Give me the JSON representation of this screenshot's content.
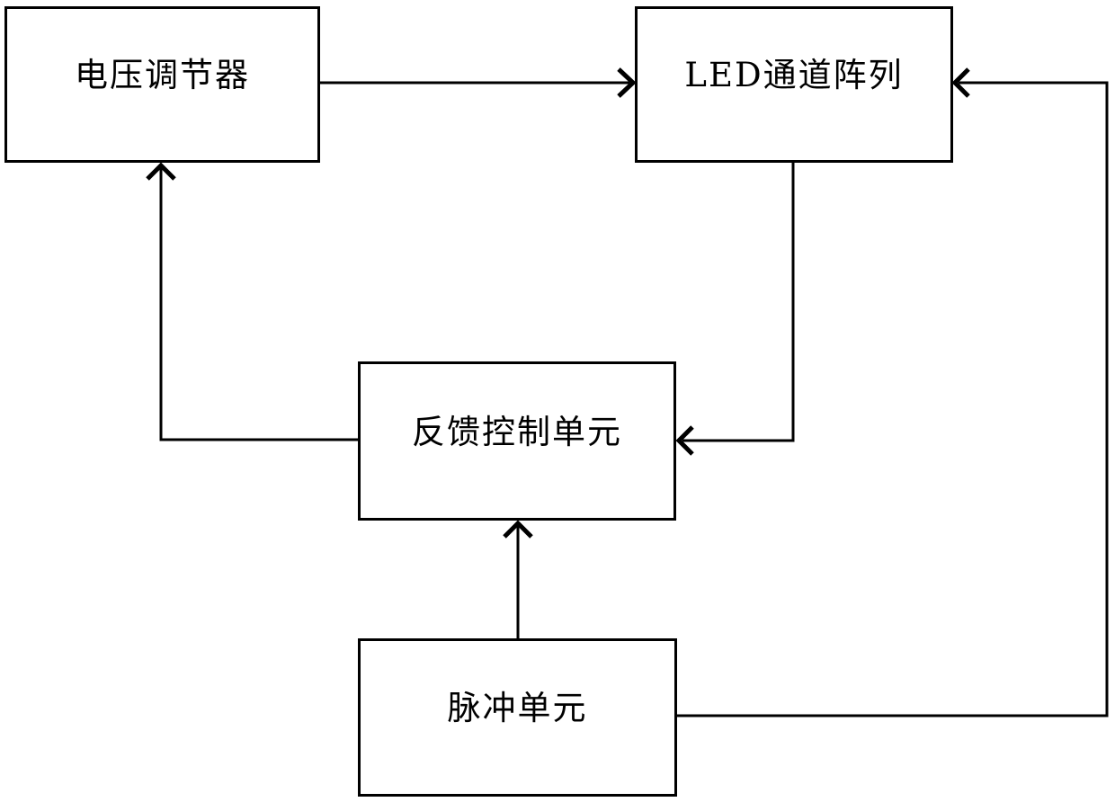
{
  "diagram": {
    "title": "LED drive feedback control block diagram",
    "background_color": "#ffffff",
    "line_color": "#000000",
    "nodes": [
      {
        "id": "voltage-regulator",
        "label": "电压调节器"
      },
      {
        "id": "led-channel-array",
        "label": "LED通道阵列"
      },
      {
        "id": "feedback-control-unit",
        "label": "反馈控制单元"
      },
      {
        "id": "pulse-unit",
        "label": "脉冲单元"
      }
    ],
    "edges": [
      {
        "from": "voltage-regulator",
        "to": "led-channel-array",
        "style": "arrow"
      },
      {
        "from": "led-channel-array",
        "to": "feedback-control-unit",
        "style": "arrow"
      },
      {
        "from": "feedback-control-unit",
        "to": "voltage-regulator",
        "style": "arrow"
      },
      {
        "from": "pulse-unit",
        "to": "feedback-control-unit",
        "style": "arrow"
      },
      {
        "from": "pulse-unit",
        "to": "led-channel-array",
        "style": "arrow"
      }
    ]
  }
}
